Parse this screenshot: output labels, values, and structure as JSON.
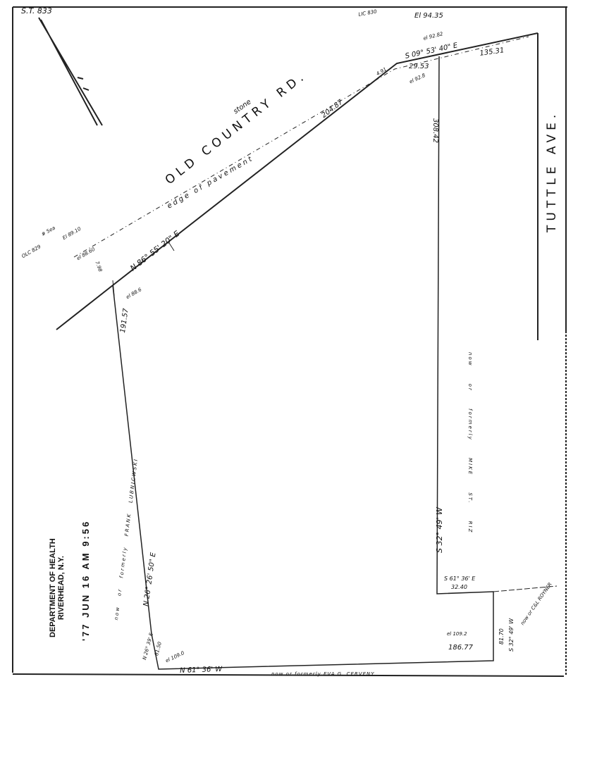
{
  "sheet_id": "S.T. 833",
  "roads": {
    "north": "OLD COUNTRY RD.",
    "east": "TUTTLE AVE."
  },
  "annotations": {
    "stone": "stone",
    "edge_of_pavement": "edge of pavement",
    "lic": "LIC 830",
    "elev_top": "El 94.35",
    "elev_9282": "el 92.82",
    "elev_928": "el 92.8",
    "elev_left_1": "el 88.60",
    "elev_left_2": "El 89.10",
    "monument": "OLC 829",
    "monument_note": "# 5ea",
    "elev_884": "el 88.6",
    "offset_798": "7.98",
    "offset_491": "4.91",
    "elev_1090": "el 109.0",
    "elev_1092": "el 109.2"
  },
  "courses": [
    {
      "bearing": "N 86° 55' 20\" E",
      "distance": "204.87"
    },
    {
      "bearing": "S 09° 53' 40\" E",
      "distance": "29.53"
    },
    {
      "bearing": "",
      "distance": "135.31"
    },
    {
      "bearing": "",
      "distance": "308.42"
    },
    {
      "bearing": "S 32° 49' W",
      "distance": ""
    },
    {
      "bearing": "S 61° 36' E",
      "distance": "32.40"
    },
    {
      "bearing": "S 32° 49' W",
      "distance": "81.70"
    },
    {
      "bearing": "N 61° 36' W",
      "distance": "186.77"
    },
    {
      "bearing": "N 26° 39' E",
      "distance": "81.50"
    },
    {
      "bearing": "N 26° 26' 50\" E",
      "distance": "191.57"
    }
  ],
  "adjoiners": {
    "west": "now or formerly   FRANK LUBNICWSKI",
    "south": "now or formerly   EVA G. CERVENY",
    "east": "now or formerly   MIKE   ST. RIZ",
    "southeast": "now or C&L ROYNER"
  },
  "stamp": {
    "line1": "DEPARTMENT OF HEALTH",
    "line2": "RIVERHEAD, N.Y.",
    "date": "'77 JUN 16 AM 9:56"
  }
}
